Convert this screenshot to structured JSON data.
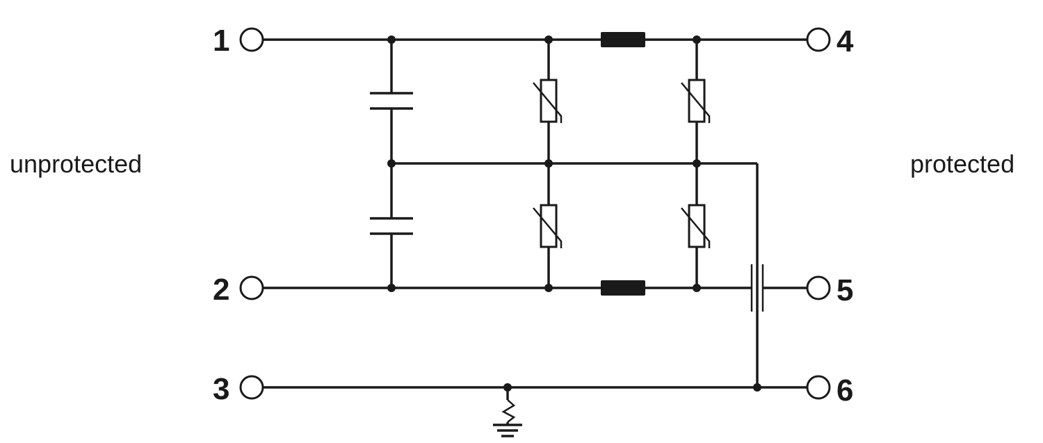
{
  "labels": {
    "left": "unprotected",
    "right": "protected"
  },
  "terminals": [
    {
      "id": "1"
    },
    {
      "id": "2"
    },
    {
      "id": "3"
    },
    {
      "id": "4"
    },
    {
      "id": "5"
    },
    {
      "id": "6"
    }
  ]
}
